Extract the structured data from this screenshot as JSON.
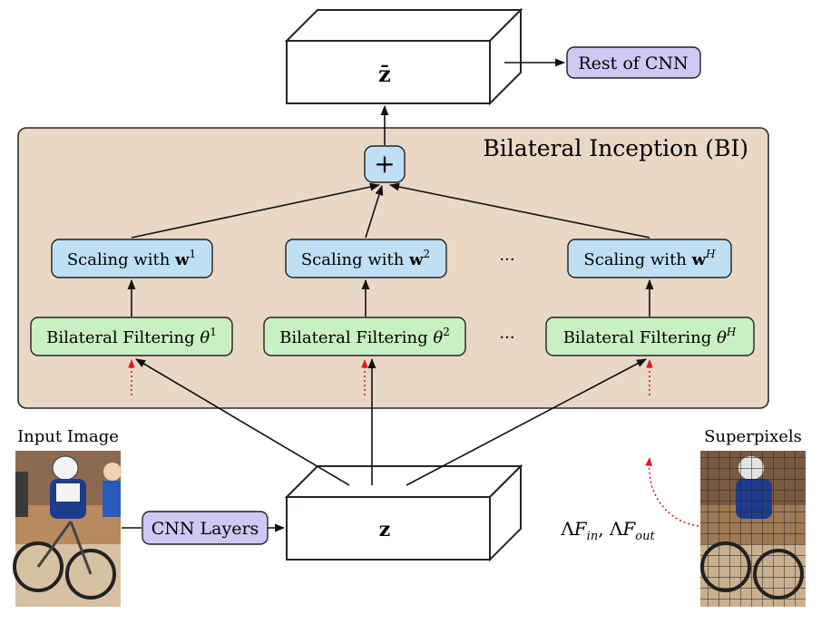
{
  "colors": {
    "bi_panel": "#ead8c6",
    "scaling_box": "#bfe0f4",
    "filter_box": "#c9f0c2",
    "purple_box": "#cfc8f3",
    "dark_stroke": "#1f2a1f",
    "red_arrow": "#e0191d"
  },
  "top_block": {
    "symbol": "z̄"
  },
  "rest_of_cnn": {
    "label": "Rest of CNN"
  },
  "bi_module": {
    "title": "Bilateral Inception (BI)",
    "sum_symbol": "+",
    "scaling": [
      {
        "prefix": "Scaling with ",
        "vec": "w",
        "sup": "1"
      },
      {
        "prefix": "Scaling with ",
        "vec": "w",
        "sup": "2"
      },
      {
        "prefix": "Scaling with ",
        "vec": "w",
        "sup": "H"
      }
    ],
    "filtering": [
      {
        "prefix": "Bilateral Filtering ",
        "theta": "θ",
        "sup": "1"
      },
      {
        "prefix": "Bilateral Filtering ",
        "theta": "θ",
        "sup": "2"
      },
      {
        "prefix": "Bilateral Filtering ",
        "theta": "θ",
        "sup": "H"
      }
    ],
    "ellipsis": "···"
  },
  "input_image": {
    "label": "Input Image"
  },
  "cnn_layers": {
    "label": "CNN Layers"
  },
  "bottom_block": {
    "symbol": "z"
  },
  "lambda_label": {
    "lambda1": "Λ",
    "f1": "F",
    "sub1": "in",
    "sep": ", ",
    "lambda2": "Λ",
    "f2": "F",
    "sub2": "out"
  },
  "superpixels": {
    "label": "Superpixels"
  }
}
